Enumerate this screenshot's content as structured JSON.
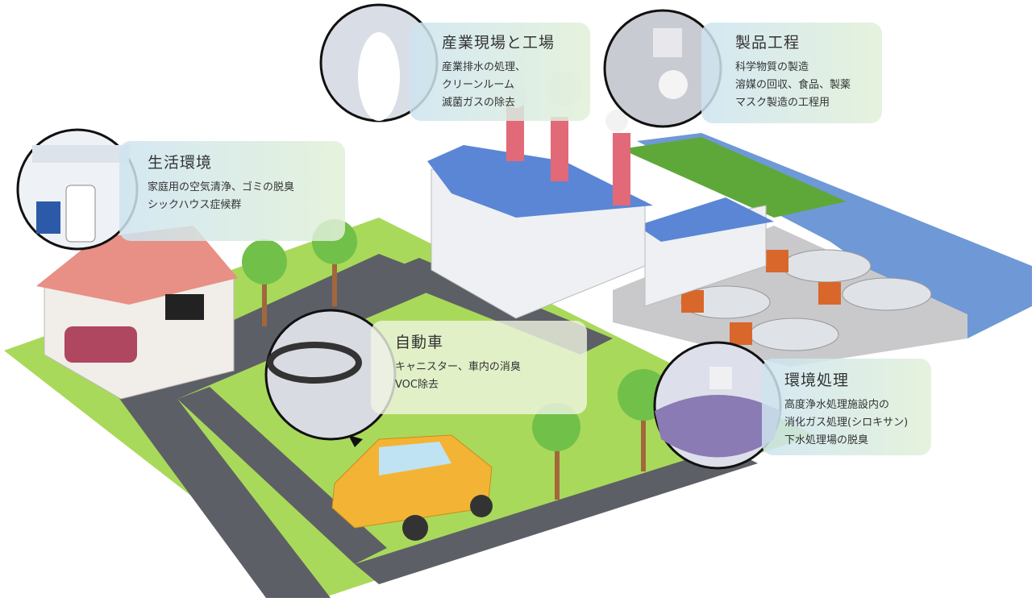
{
  "callouts": {
    "living": {
      "title": "生活環境",
      "lines": [
        "家庭用の空気清浄、ゴミの脱臭",
        "シックハウス症候群"
      ]
    },
    "industry": {
      "title": "産業現場と工場",
      "lines": [
        "産業排水の処理、",
        "クリーンルーム",
        "滅菌ガスの除去"
      ]
    },
    "product": {
      "title": "製品工程",
      "lines": [
        "科学物質の製造",
        "溶媒の回収、食品、製薬",
        "マスク製造の工程用"
      ]
    },
    "car": {
      "title": "自動車",
      "lines": [
        "キャニスター、車内の消臭",
        "VOC除去"
      ]
    },
    "environment": {
      "title": "環境処理",
      "lines": [
        "高度浄水処理施設内の",
        "消化ガス処理(シロキサン)",
        "下水処理場の脱臭"
      ]
    }
  },
  "colors": {
    "grass": "#a9d95a",
    "road": "#5d5f66",
    "water": "#6f98d6",
    "roof": "#5b86d6",
    "house_roof": "#e88f86",
    "car": "#f3b435"
  }
}
